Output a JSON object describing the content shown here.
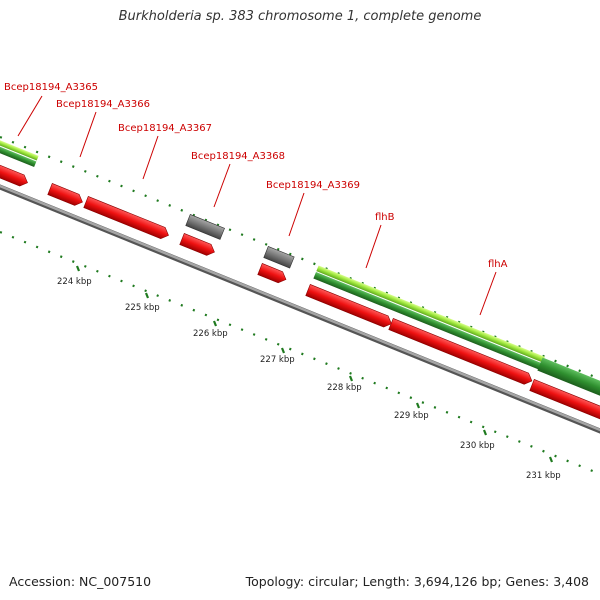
{
  "title": "Burkholderia sp. 383 chromosome 1, complete genome",
  "footer": {
    "accession": "Accession: NC_007510",
    "summary": "Topology: circular; Length: 3,694,126 bp; Genes: 3,408"
  },
  "colors": {
    "gene_red": "#ee1111",
    "gene_gray": "#777777",
    "green_dark": "#2f8f2f",
    "green_light": "#9be53a",
    "backbone": "#8c8c8c",
    "tick_green": "#1f7a1f",
    "label_red": "#cc0000"
  },
  "gene_labels": [
    {
      "id": "label-bcep-a3365",
      "text": "Bcep18194_A3365"
    },
    {
      "id": "label-bcep-a3366",
      "text": "Bcep18194_A3366"
    },
    {
      "id": "label-bcep-a3367",
      "text": "Bcep18194_A3367"
    },
    {
      "id": "label-bcep-a3368",
      "text": "Bcep18194_A3368"
    },
    {
      "id": "label-bcep-a3369",
      "text": "Bcep18194_A3369"
    },
    {
      "id": "label-flhb",
      "text": "flhB"
    },
    {
      "id": "label-flha",
      "text": "flhA"
    }
  ],
  "scale_ticks": [
    {
      "text": "224 kbp"
    },
    {
      "text": "225 kbp"
    },
    {
      "text": "226 kbp"
    },
    {
      "text": "227 kbp"
    },
    {
      "text": "228 kbp"
    },
    {
      "text": "229 kbp"
    },
    {
      "text": "230 kbp"
    },
    {
      "text": "231 kbp"
    }
  ]
}
